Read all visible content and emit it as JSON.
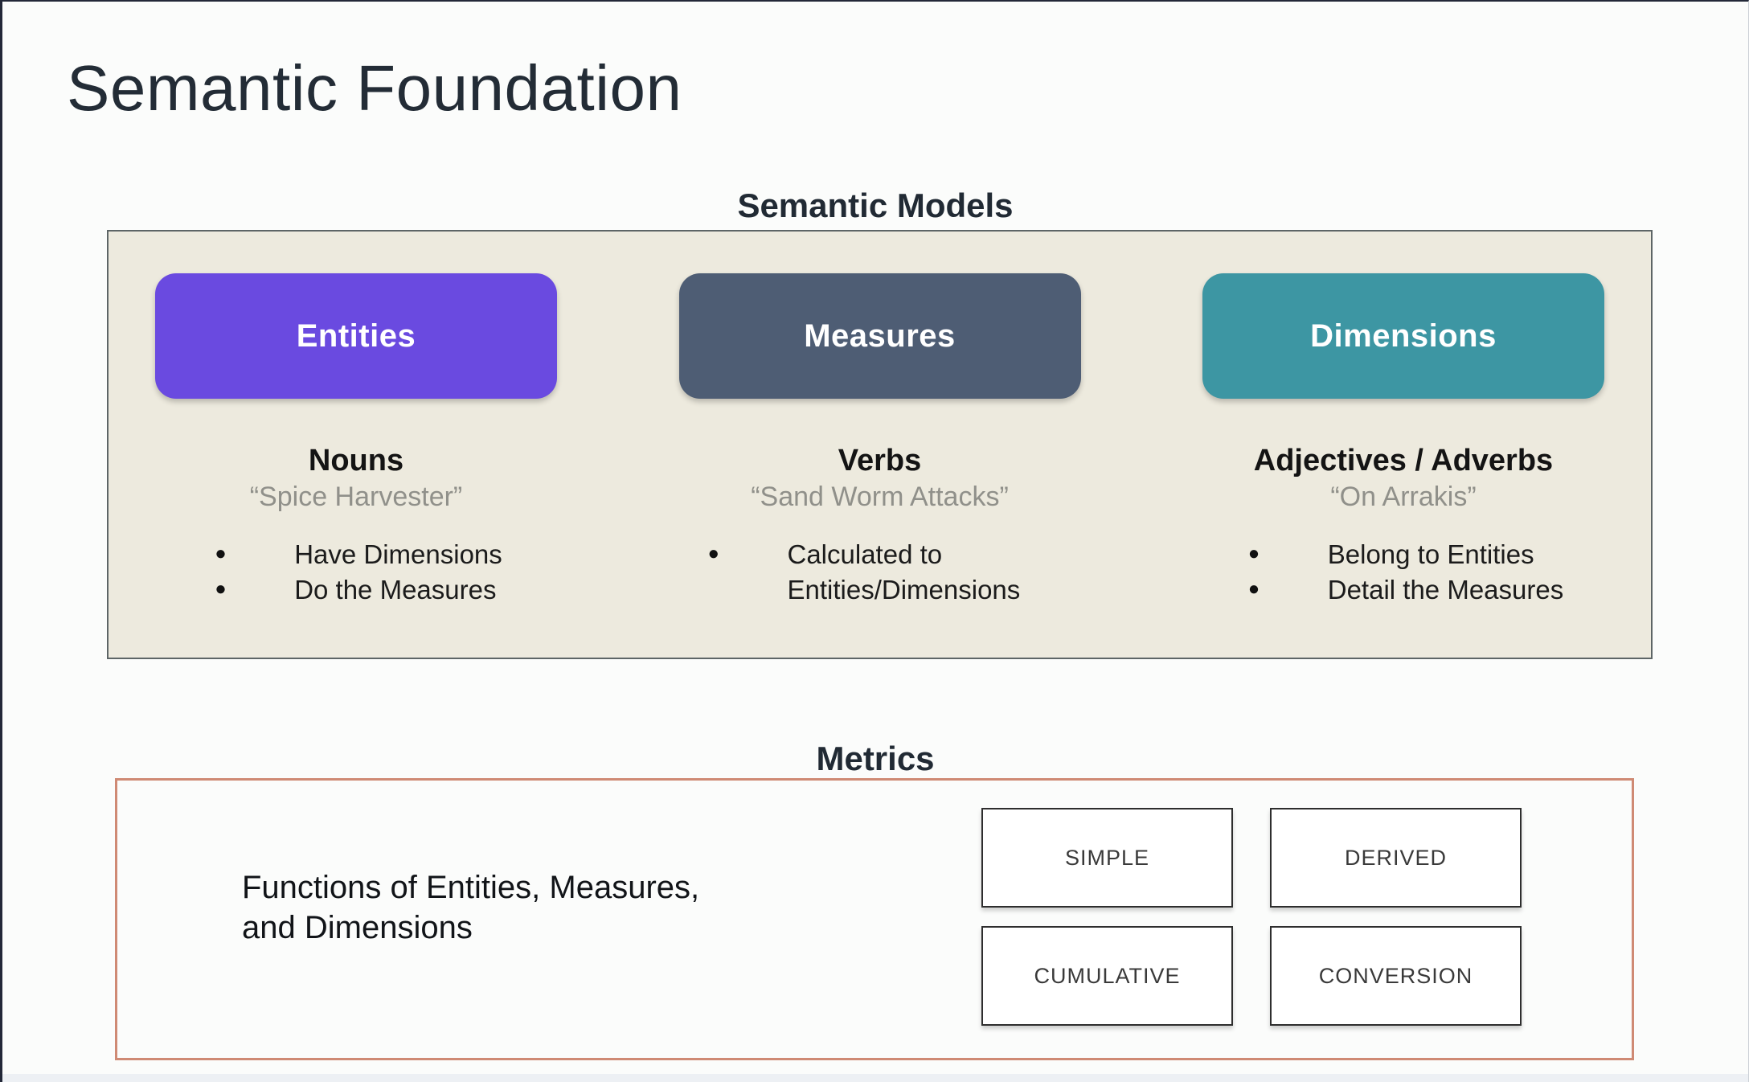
{
  "slide": {
    "title": "Semantic Foundation"
  },
  "semantic_models": {
    "heading": "Semantic Models",
    "panel_bg": "#edeade",
    "panel_border": "#5d6566",
    "columns": [
      {
        "pill_label": "Entities",
        "pill_color": "#6a4ae0",
        "heading": "Nouns",
        "quote": "“Spice Harvester”",
        "bullets": [
          "Have Dimensions",
          "Do the Measures"
        ]
      },
      {
        "pill_label": "Measures",
        "pill_color": "#4e5d74",
        "heading": "Verbs",
        "quote": "“Sand Worm Attacks”",
        "bullets": [
          "Calculated to Entities/Dimensions"
        ]
      },
      {
        "pill_label": "Dimensions",
        "pill_color": "#3d96a3",
        "heading": "Adjectives / Adverbs",
        "quote": "“On Arrakis”",
        "bullets": [
          "Belong to Entities",
          "Detail the Measures"
        ]
      }
    ]
  },
  "metrics": {
    "heading": "Metrics",
    "border_color": "#cf8a74",
    "description": "Functions of Entities, Measures,\nand Dimensions",
    "boxes": [
      "SIMPLE",
      "DERIVED",
      "CUMULATIVE",
      "CONVERSION"
    ]
  }
}
